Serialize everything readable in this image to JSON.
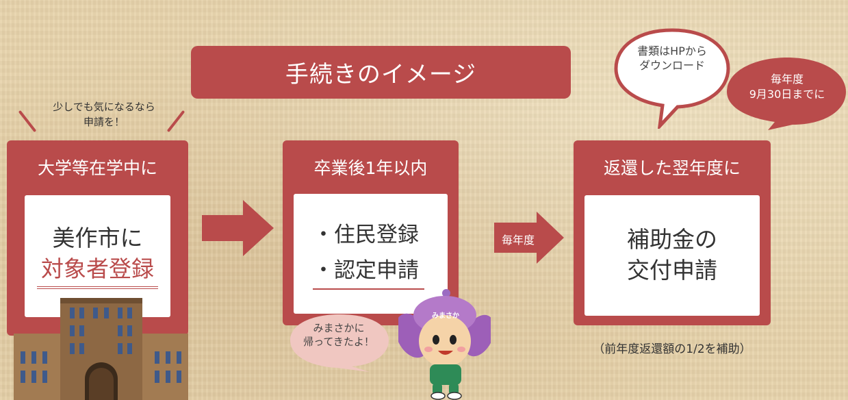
{
  "title": "手続きのイメージ",
  "note_top_left": {
    "line1": "少しでも気になるなら",
    "line2": "申請を！"
  },
  "step1": {
    "header": "大学等在学中に",
    "line1": "美作市に",
    "line2": "対象者登録"
  },
  "step2": {
    "header": "卒業後1年以内",
    "item1": "・住民登録",
    "item2": "・認定申請"
  },
  "arrow2_label": "毎年度",
  "step3": {
    "header": "返還した翌年度に",
    "line1": "補助金の",
    "line2": "交付申請",
    "footnote": "（前年度返還額の1/2を補助）"
  },
  "bubble_download": {
    "line1": "書類はHPから",
    "line2": "ダウンロード"
  },
  "bubble_deadline": {
    "line1": "毎年度",
    "line2": "9月30日までに"
  },
  "bubble_mascot": {
    "line1": "みまさかに",
    "line2": "帰ってきたよ！"
  },
  "mascot_badge": "みまさか",
  "colors": {
    "accent": "#b94b4b",
    "background": "#e7d3ab",
    "bubble_pink": "#f0c7c1"
  }
}
